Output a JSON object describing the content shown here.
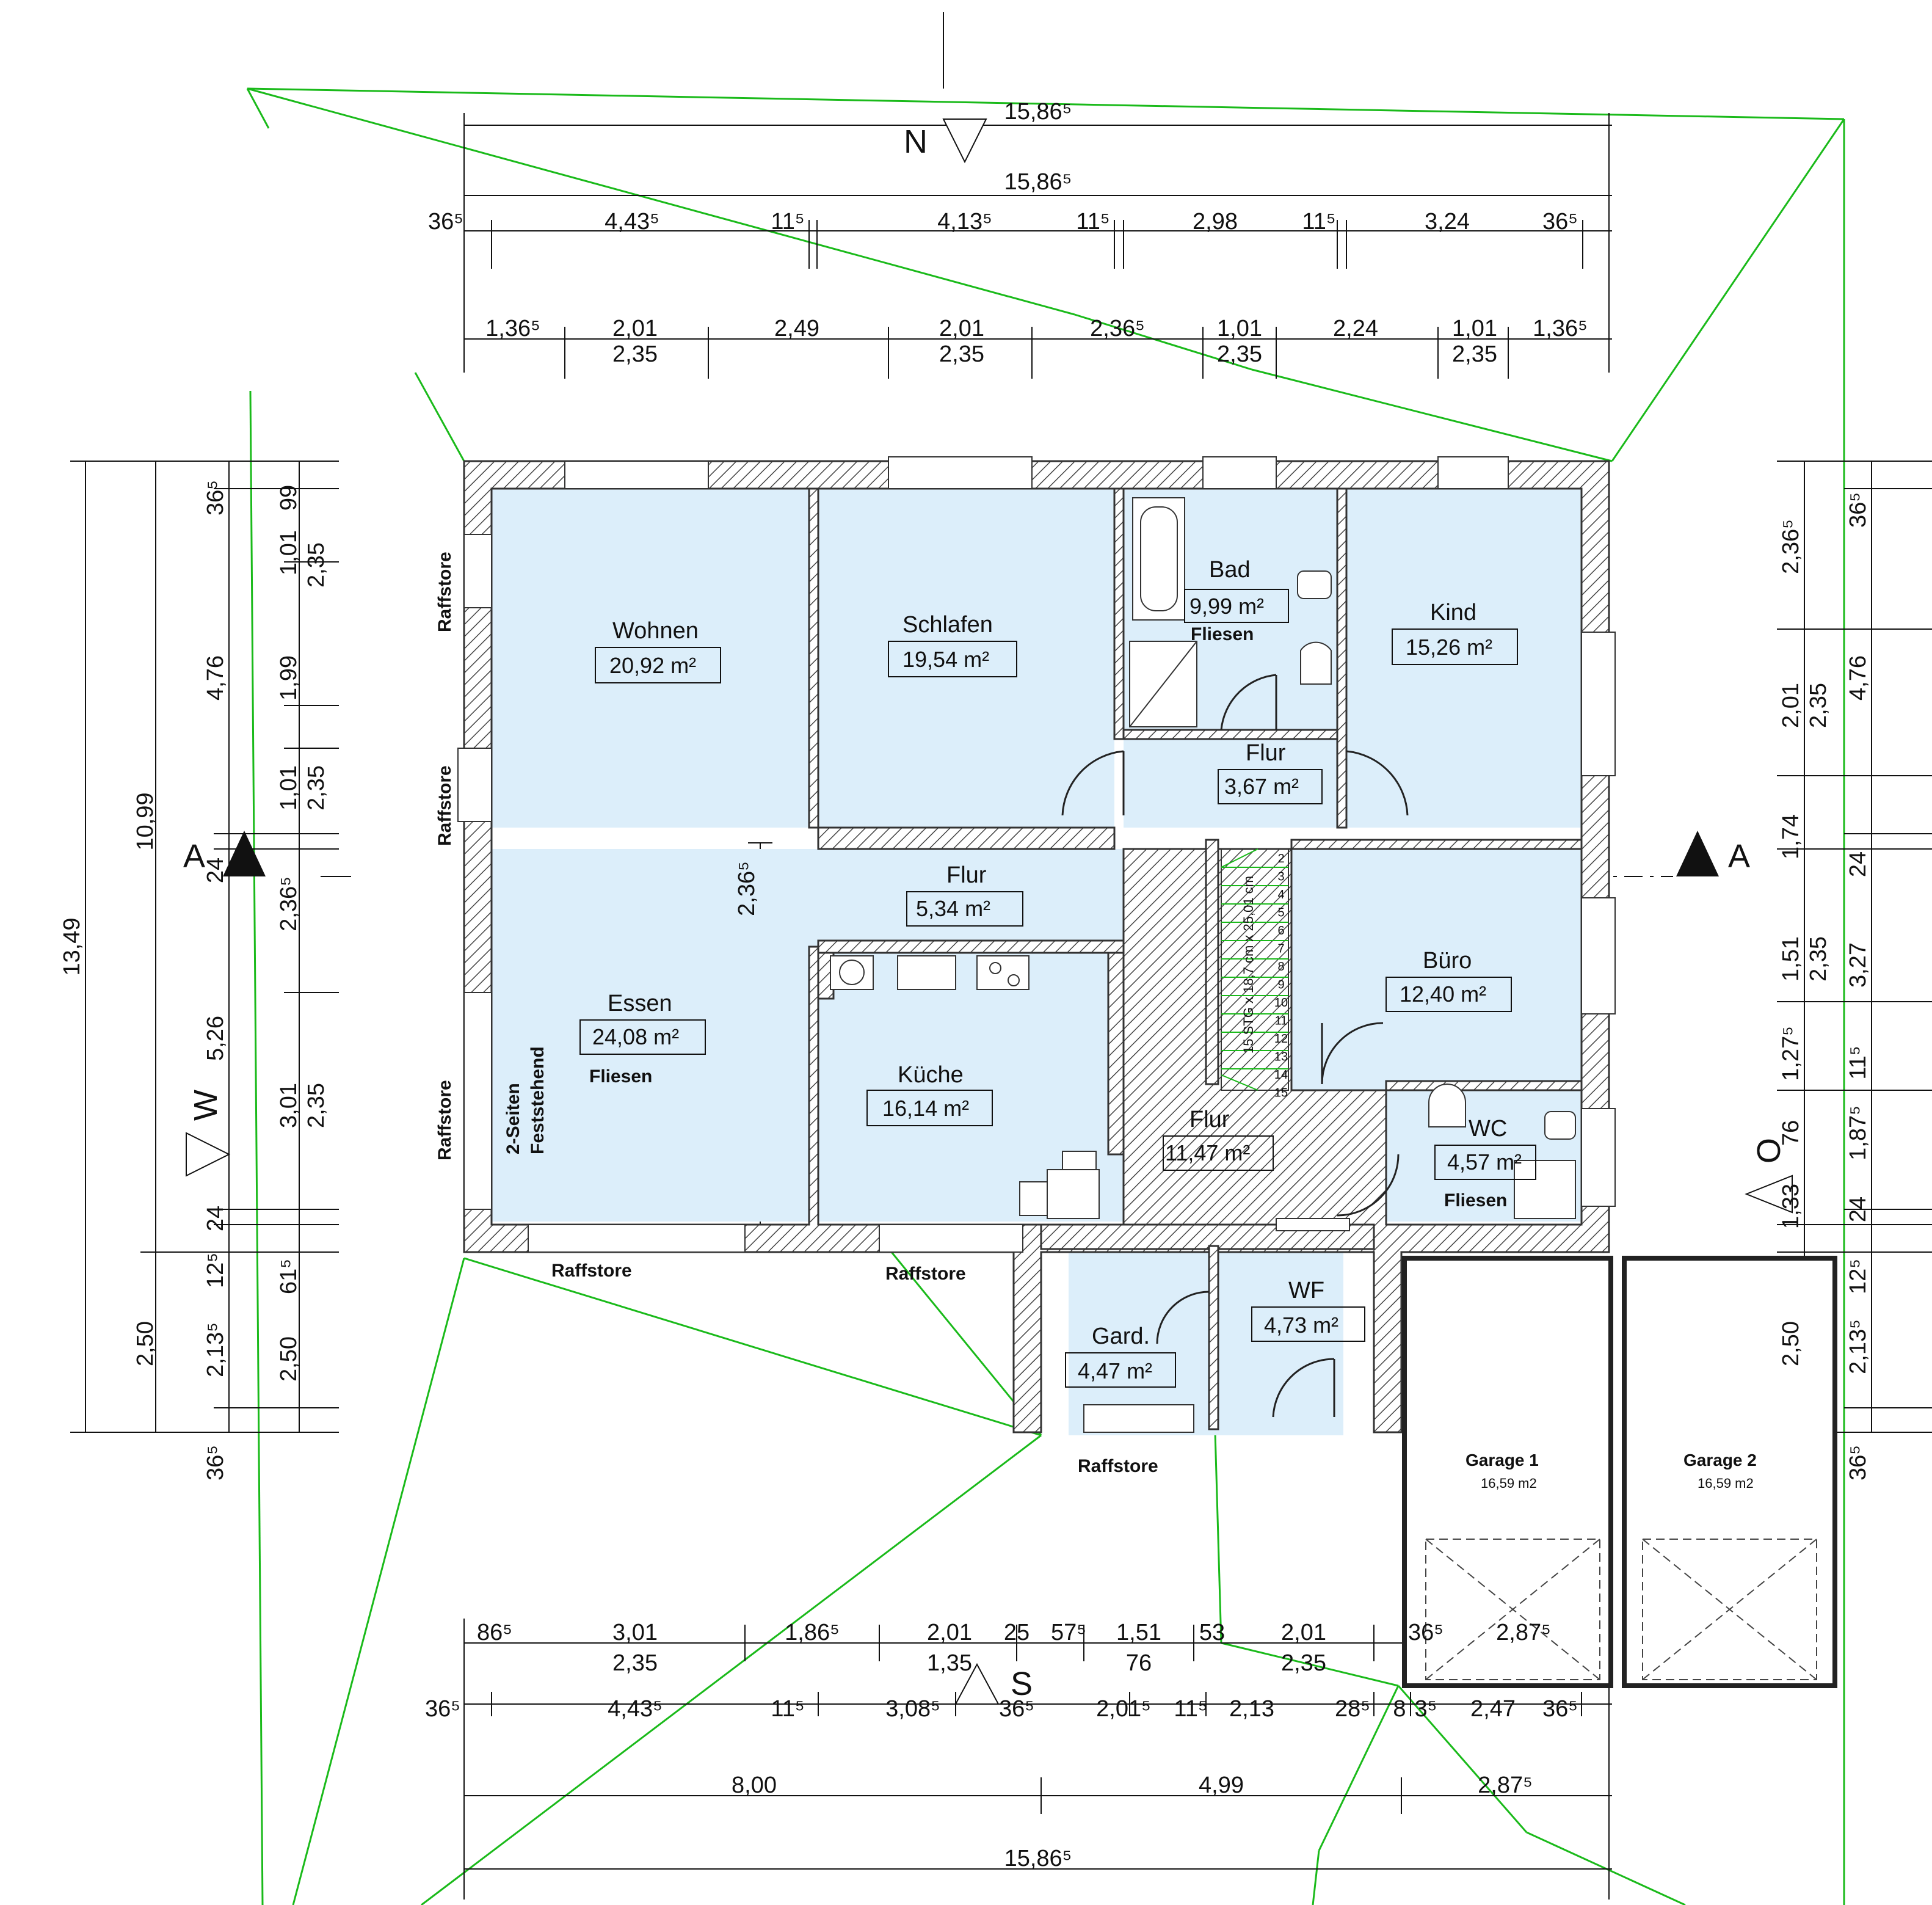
{
  "colors": {
    "room_fill": "#dceefa",
    "wall": "#555555",
    "sight_lines": "#1aba1a",
    "dim_lines": "#111111",
    "stairs": "#1aba1a"
  },
  "compass": {
    "north": "N",
    "south": "S",
    "west": "W",
    "east": "O",
    "section": "A"
  },
  "rooms": [
    {
      "id": "wohnen",
      "name": "Wohnen",
      "area": "20,92 m²"
    },
    {
      "id": "schlafen",
      "name": "Schlafen",
      "area": "19,54 m²"
    },
    {
      "id": "bad",
      "name": "Bad",
      "area": "9,99 m²",
      "note": "Fliesen"
    },
    {
      "id": "kind",
      "name": "Kind",
      "area": "15,26 m²"
    },
    {
      "id": "flur-top",
      "name": "Flur",
      "area": "3,67 m²"
    },
    {
      "id": "flur-mid",
      "name": "Flur",
      "area": "5,34 m²"
    },
    {
      "id": "essen",
      "name": "Essen",
      "area": "24,08 m²",
      "note": "Fliesen"
    },
    {
      "id": "kueche",
      "name": "Küche",
      "area": "16,14 m²"
    },
    {
      "id": "buero",
      "name": "Büro",
      "area": "12,40 m²"
    },
    {
      "id": "flur-low",
      "name": "Flur",
      "area": "11,47 m²"
    },
    {
      "id": "wc",
      "name": "WC",
      "area": "4,57 m²",
      "note": "Fliesen"
    },
    {
      "id": "wf",
      "name": "WF",
      "area": "4,73 m²"
    },
    {
      "id": "gard",
      "name": "Gard.",
      "area": "4,47 m²"
    }
  ],
  "garages": [
    {
      "name": "Garage  1",
      "area": "16,59 m2"
    },
    {
      "name": "Garage  2",
      "area": "16,59 m2"
    }
  ],
  "labels": {
    "raffstore": "Raffstore",
    "fixed_window_1": "2-Seiten",
    "fixed_window_2": "Feststehend",
    "stairs": "15 STG x 18,7 cm x 25,01 cm"
  },
  "stair_numbers": [
    "2",
    "3",
    "4",
    "5",
    "6",
    "7",
    "8",
    "9",
    "10",
    "11",
    "12",
    "13",
    "14",
    "15"
  ],
  "dims_top": {
    "overall_1": "15,86⁵",
    "overall_2": "15,86⁵",
    "row3": [
      "36⁵",
      "4,43⁵",
      "11⁵",
      "4,13⁵",
      "11⁵",
      "2,98",
      "11⁵",
      "3,24",
      "36⁵"
    ],
    "row4_top": [
      "1,36⁵",
      "2,01",
      "2,49",
      "2,01",
      "2,36⁵",
      "1,01",
      "2,24",
      "1,01",
      "1,36⁵"
    ],
    "row4_bottom": [
      "2,35",
      "2,35",
      "2,35",
      "2,35"
    ]
  },
  "dims_bottom": {
    "row1_top": [
      "86⁵",
      "3,01",
      "1,86⁵",
      "2,01",
      "25",
      "57⁵",
      "1,51",
      "53",
      "2,01",
      "36⁵",
      "2,87⁵"
    ],
    "row1_bottom": [
      "2,35",
      "1,35",
      "76",
      "2,35"
    ],
    "row2": [
      "36⁵",
      "4,43⁵",
      "11⁵",
      "3,08⁵",
      "36⁵",
      "2,01⁵",
      "11⁵",
      "2,13",
      "28⁵",
      "8",
      "3⁵",
      "2,47",
      "36⁵"
    ],
    "row3": [
      "8,00",
      "4,99",
      "2,87⁵"
    ],
    "overall": "15,86⁵"
  },
  "dims_left": {
    "overall": "13,49",
    "inner": "10,99",
    "bottom": "2,50",
    "row3": [
      "36⁵",
      "4,76",
      "24",
      "5,26",
      "24",
      "12⁵",
      "2,13⁵",
      "36⁵"
    ],
    "row4a": [
      "99",
      "1,01",
      "1,99",
      "1,01",
      "2,36⁵",
      "3,01",
      "61⁵",
      "2,50"
    ],
    "row4b": [
      "2,35",
      "2,35",
      "2,35"
    ]
  },
  "dims_right": {
    "row1": [
      "2,36⁵",
      "2,01",
      "1,74",
      "1,51",
      "1,27⁵",
      "76",
      "1,33",
      "2,50"
    ],
    "row1b": [
      "2,35",
      "2,35"
    ],
    "row2": [
      "36⁵",
      "4,76",
      "24",
      "3,27",
      "11⁵",
      "1,87⁵",
      "24",
      "12⁵",
      "2,13⁵",
      "36⁵"
    ]
  }
}
